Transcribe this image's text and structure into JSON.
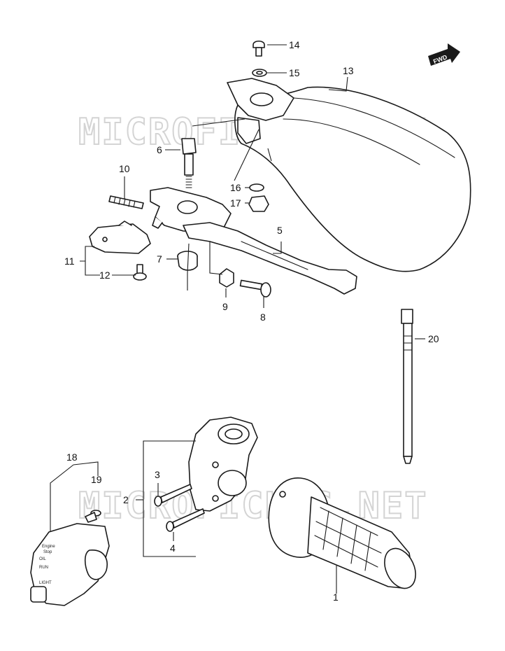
{
  "watermark": "MICROFICHES.NET",
  "direction_badge": "FWD",
  "switch_markings": [
    "Engine",
    "Stop",
    "OIL",
    "RUN",
    "LIGHT"
  ],
  "callouts": [
    "1",
    "2",
    "3",
    "4",
    "5",
    "6",
    "7",
    "8",
    "9",
    "10",
    "11",
    "12",
    "13",
    "14",
    "15",
    "16",
    "17",
    "18",
    "19",
    "20"
  ]
}
